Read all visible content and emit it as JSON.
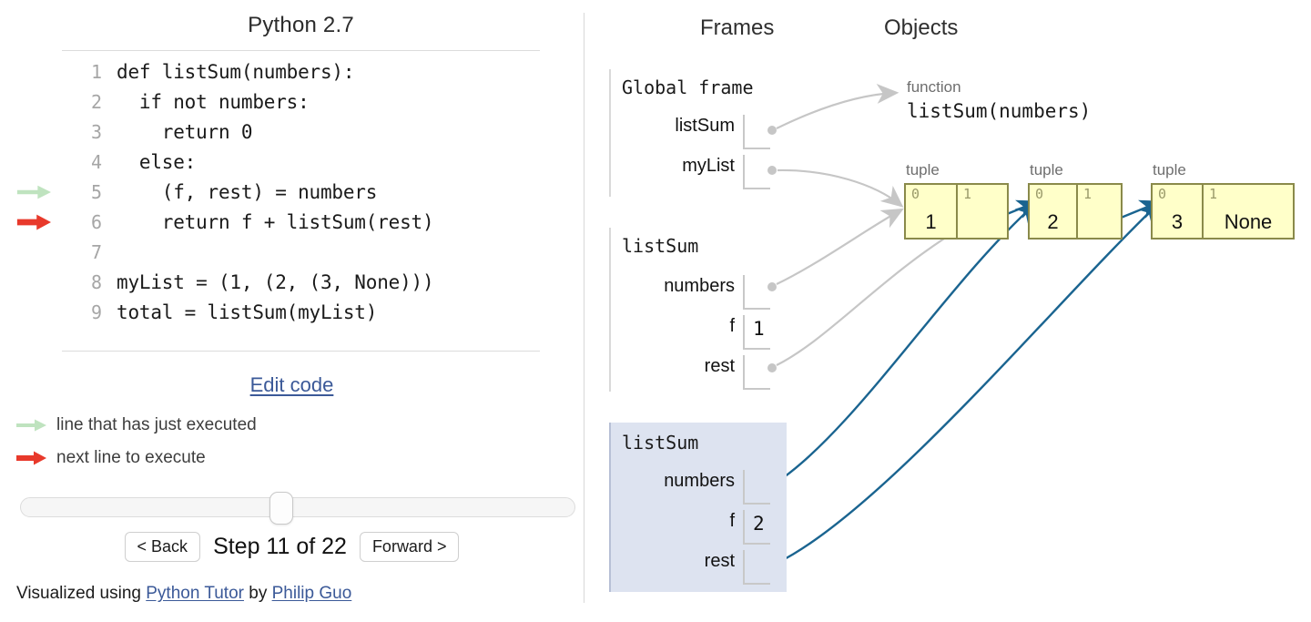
{
  "code_panel": {
    "title": "Python 2.7",
    "lines": [
      {
        "no": "1",
        "text": "def listSum(numbers):",
        "marker": "none"
      },
      {
        "no": "2",
        "text": "  if not numbers:",
        "marker": "none"
      },
      {
        "no": "3",
        "text": "    return 0",
        "marker": "none"
      },
      {
        "no": "4",
        "text": "  else:",
        "marker": "none"
      },
      {
        "no": "5",
        "text": "    (f, rest) = numbers",
        "marker": "green-arrow-icon"
      },
      {
        "no": "6",
        "text": "    return f + listSum(rest)",
        "marker": "red-arrow-icon"
      },
      {
        "no": "7",
        "text": "",
        "marker": "none"
      },
      {
        "no": "8",
        "text": "myList = (1, (2, (3, None)))",
        "marker": "none"
      },
      {
        "no": "9",
        "text": "total = listSum(myList)",
        "marker": "none"
      }
    ],
    "edit_code_label": "Edit code",
    "legend": [
      {
        "icon": "green-arrow-icon",
        "text": "line that has just executed"
      },
      {
        "icon": "red-arrow-icon",
        "text": "next line to execute"
      }
    ],
    "controls": {
      "back_label": "< Back",
      "step_label": "Step 11 of 22",
      "forward_label": "Forward >",
      "slider_percent": 47
    },
    "footer": {
      "prefix": "Visualized using ",
      "link1": "Python Tutor",
      "middle": " by ",
      "link2": "Philip Guo"
    }
  },
  "viz": {
    "frames_title": "Frames",
    "objects_title": "Objects",
    "frames": [
      {
        "name": "Global frame",
        "active": false,
        "vars": [
          {
            "label": "listSum",
            "kind": "pointer",
            "value": ""
          },
          {
            "label": "myList",
            "kind": "pointer",
            "value": ""
          }
        ]
      },
      {
        "name": "listSum",
        "active": false,
        "vars": [
          {
            "label": "numbers",
            "kind": "pointer",
            "value": ""
          },
          {
            "label": "f",
            "kind": "value",
            "value": "1"
          },
          {
            "label": "rest",
            "kind": "pointer",
            "value": ""
          }
        ]
      },
      {
        "name": "listSum",
        "active": true,
        "vars": [
          {
            "label": "numbers",
            "kind": "pointer",
            "value": ""
          },
          {
            "label": "f",
            "kind": "value",
            "value": "2"
          },
          {
            "label": "rest",
            "kind": "pointer",
            "value": ""
          }
        ]
      }
    ],
    "objects": [
      {
        "kind": "function",
        "type_label": "function",
        "signature": "listSum(numbers)"
      },
      {
        "kind": "tuple",
        "type_label": "tuple",
        "indices": [
          "0",
          "1"
        ],
        "values": [
          "1",
          ""
        ]
      },
      {
        "kind": "tuple",
        "type_label": "tuple",
        "indices": [
          "0",
          "1"
        ],
        "values": [
          "2",
          ""
        ]
      },
      {
        "kind": "tuple",
        "type_label": "tuple",
        "indices": [
          "0",
          "1"
        ],
        "values": [
          "3",
          "None"
        ]
      }
    ]
  },
  "colors": {
    "tuple_fill": "#ffffc9",
    "tuple_border": "#8a8a4a",
    "active_frame_bg": "#dde3f0",
    "pointer_blue": "#1a6490",
    "pointer_gray": "#c6c6c6",
    "green_arrow": "#bfe3bf",
    "red_arrow": "#e8392b",
    "link": "#3b5998"
  }
}
